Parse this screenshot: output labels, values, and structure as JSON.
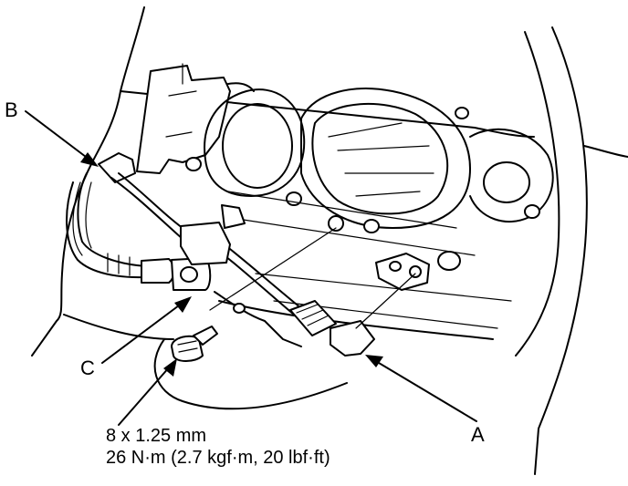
{
  "callouts": {
    "a": "A",
    "b": "B",
    "c": "C"
  },
  "spec": {
    "thread": "8 x 1.25 mm",
    "torque": "26 N·m (2.7 kgf·m, 20 lbf·ft)"
  }
}
